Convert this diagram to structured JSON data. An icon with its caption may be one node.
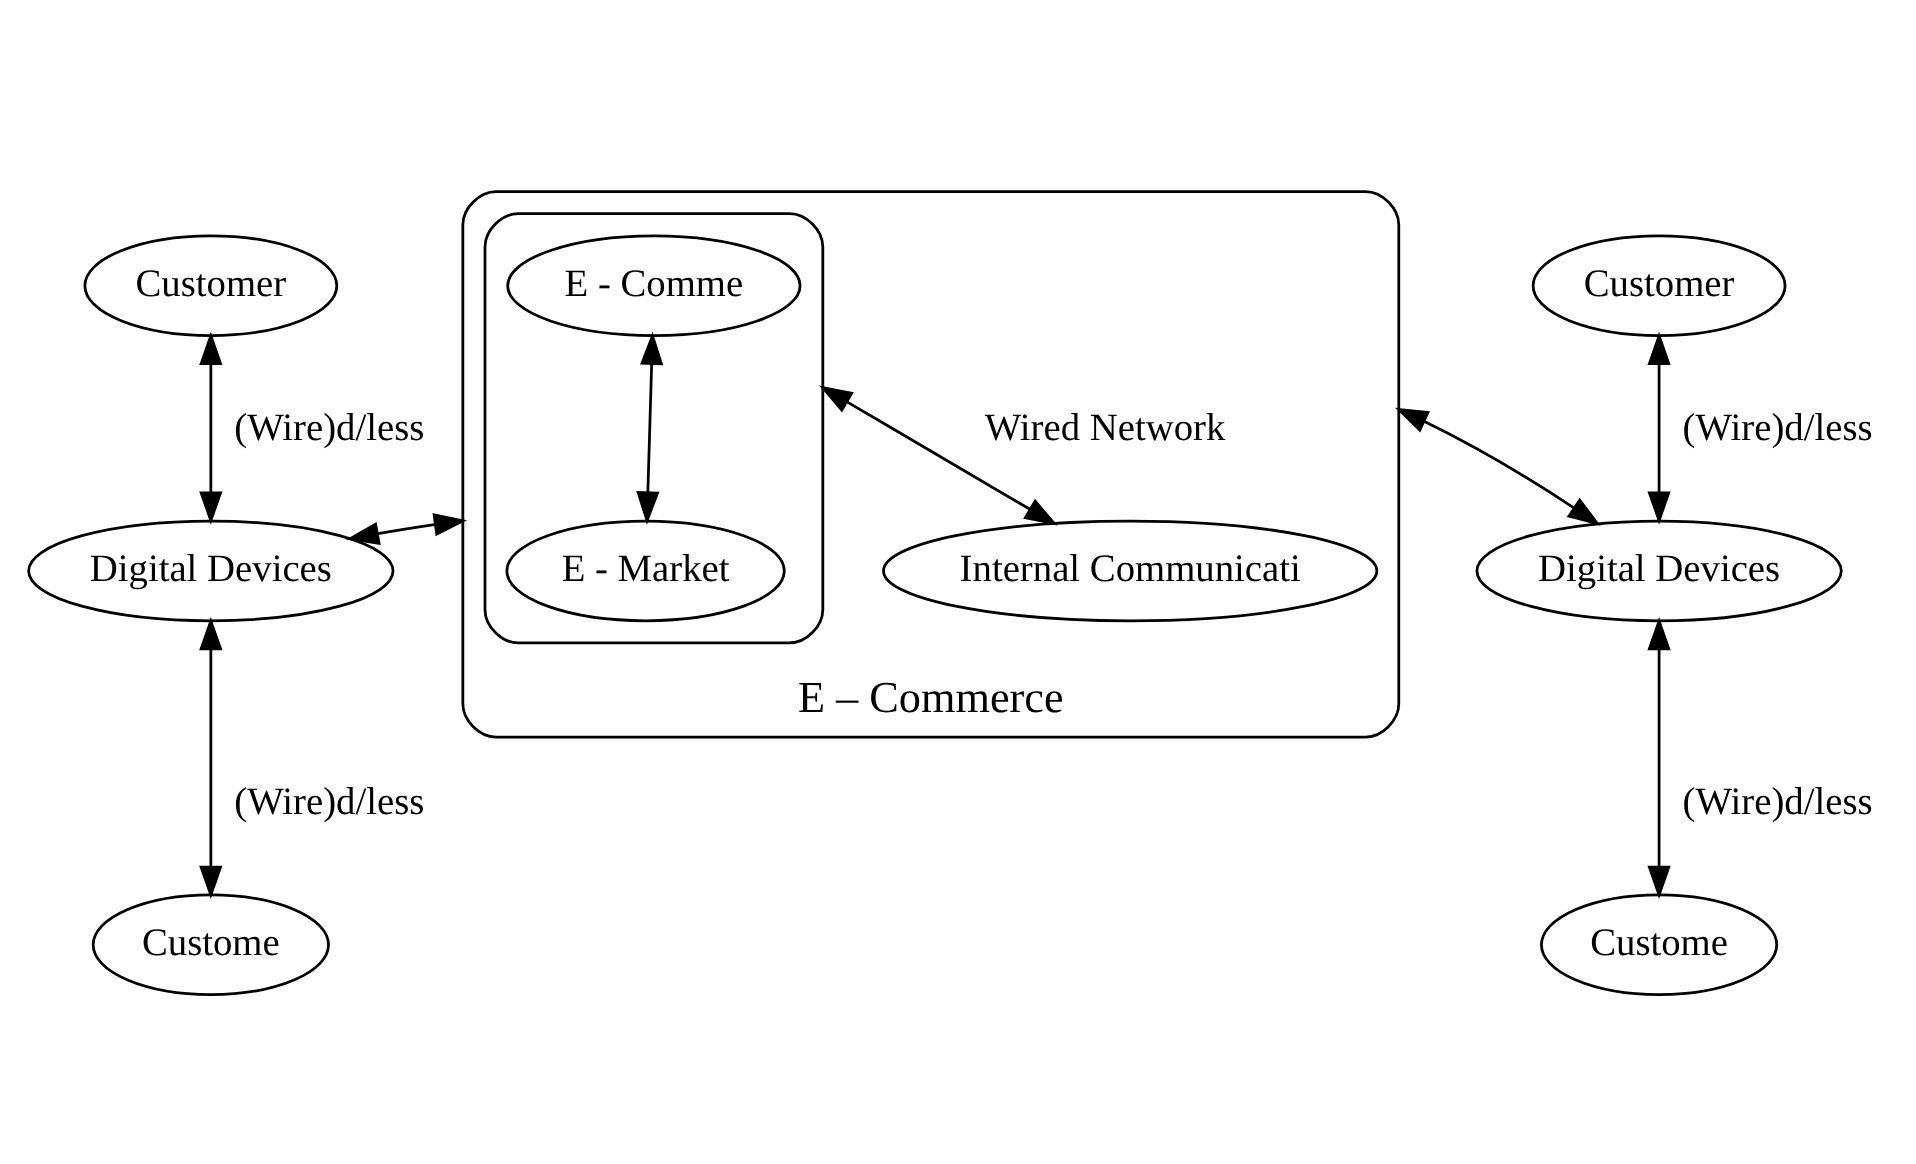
{
  "diagram": {
    "nodes": [
      {
        "text": [
          "Customer"
        ]
      },
      {
        "text": [
          "Digital Devices"
        ]
      },
      {
        "text": [
          "Custome"
        ]
      },
      {
        "text": [
          "E – Commerce"
        ]
      },
      {
        "text": [],
        "shape": "ellipse",
        "in": 3
      },
      {
        "text": [
          "E - Comme"
        ],
        "in": 4
      },
      {
        "text": [
          "E - Market"
        ],
        "in": 4
      },
      {
        "text": [
          "Internal Communicati"
        ],
        "in": 3
      },
      {
        "text": [
          "Customer"
        ]
      },
      {
        "text": [
          "Digital Devices"
        ]
      },
      {
        "text": [
          "Custome"
        ]
      }
    ],
    "edges": [
      {
        "from": 0,
        "to": 1,
        "arrow": "both",
        "label": "(Wire)d/less"
      },
      {
        "from": 1,
        "to": 2,
        "arrow": "both",
        "label": "(Wire)d/less"
      },
      {
        "from": 1,
        "to": 3,
        "arrow": "both"
      },
      {
        "from": 5,
        "to": 6,
        "arrow": "both"
      },
      {
        "from": 4,
        "to": 7,
        "arrow": "both",
        "label": "Wired Network"
      },
      {
        "from": 8,
        "to": 9,
        "arrow": "both",
        "label": "(Wire)d/less"
      },
      {
        "from": 9,
        "to": 10,
        "arrow": "both",
        "label": "(Wire)d/less"
      },
      {
        "from": 9,
        "to": 3,
        "arrow": "both"
      }
    ]
  }
}
